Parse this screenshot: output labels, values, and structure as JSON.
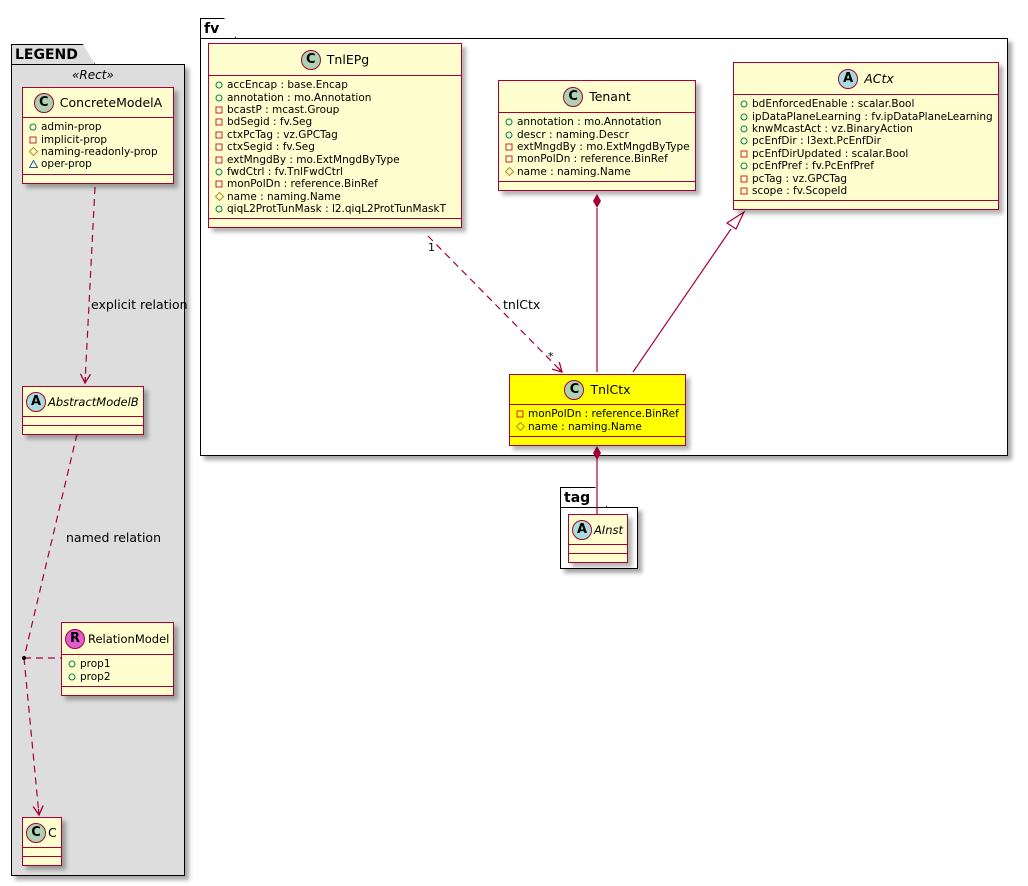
{
  "visibility_legend": {
    "public": "circle",
    "private": "square",
    "protected": "diamond",
    "package": "triangle"
  },
  "colors": {
    "class_border": "#a80036",
    "class_fill": "#fefece",
    "highlight_fill": "#ffff00",
    "legend_fill": "#dddddd",
    "circle_C": "#add1b2",
    "circle_A": "#a9dcdf",
    "circle_R": "#e05cd0"
  },
  "legend": {
    "package_name": "LEGEND",
    "stereotype": "«Rect»",
    "concrete": {
      "kind": "C",
      "name": "ConcreteModelA",
      "attrs": [
        {
          "vis": "public",
          "text": "admin-prop"
        },
        {
          "vis": "private",
          "text": "implicit-prop"
        },
        {
          "vis": "protected",
          "text": "naming-readonly-prop"
        },
        {
          "vis": "package",
          "text": "oper-prop"
        }
      ]
    },
    "abstract": {
      "kind": "A",
      "name": "AbstractModelB"
    },
    "relation_model": {
      "kind": "R",
      "name": "RelationModel",
      "attrs": [
        {
          "vis": "public",
          "text": "prop1"
        },
        {
          "vis": "public",
          "text": "prop2"
        }
      ]
    },
    "c": {
      "kind": "C",
      "name": "C"
    },
    "explicit_label": "explicit relation",
    "named_label": "named relation"
  },
  "fv": {
    "package_name": "fv",
    "tnlepg": {
      "kind": "C",
      "name": "TnlEPg",
      "attrs": [
        {
          "vis": "public",
          "text": "accEncap : base.Encap"
        },
        {
          "vis": "public",
          "text": "annotation : mo.Annotation"
        },
        {
          "vis": "private",
          "text": "bcastP : mcast.Group"
        },
        {
          "vis": "private",
          "text": "bdSegid : fv.Seg"
        },
        {
          "vis": "private",
          "text": "ctxPcTag : vz.GPCTag"
        },
        {
          "vis": "private",
          "text": "ctxSegid : fv.Seg"
        },
        {
          "vis": "private",
          "text": "extMngdBy : mo.ExtMngdByType"
        },
        {
          "vis": "public",
          "text": "fwdCtrl : fv.TnlFwdCtrl"
        },
        {
          "vis": "private",
          "text": "monPolDn : reference.BinRef"
        },
        {
          "vis": "protected",
          "text": "name : naming.Name"
        },
        {
          "vis": "public",
          "text": "qiqL2ProtTunMask : l2.qiqL2ProtTunMaskT"
        }
      ]
    },
    "tenant": {
      "kind": "C",
      "name": "Tenant",
      "attrs": [
        {
          "vis": "public",
          "text": "annotation : mo.Annotation"
        },
        {
          "vis": "public",
          "text": "descr : naming.Descr"
        },
        {
          "vis": "private",
          "text": "extMngdBy : mo.ExtMngdByType"
        },
        {
          "vis": "private",
          "text": "monPolDn : reference.BinRef"
        },
        {
          "vis": "protected",
          "text": "name : naming.Name"
        }
      ]
    },
    "actx": {
      "kind": "A",
      "name": "ACtx",
      "attrs": [
        {
          "vis": "public",
          "text": "bdEnforcedEnable : scalar.Bool"
        },
        {
          "vis": "public",
          "text": "ipDataPlaneLearning : fv.ipDataPlaneLearning"
        },
        {
          "vis": "public",
          "text": "knwMcastAct : vz.BinaryAction"
        },
        {
          "vis": "public",
          "text": "pcEnfDir : l3ext.PcEnfDir"
        },
        {
          "vis": "private",
          "text": "pcEnfDirUpdated : scalar.Bool"
        },
        {
          "vis": "public",
          "text": "pcEnfPref : fv.PcEnfPref"
        },
        {
          "vis": "private",
          "text": "pcTag : vz.GPCTag"
        },
        {
          "vis": "private",
          "text": "scope : fv.ScopeId"
        }
      ]
    },
    "tnlctx": {
      "kind": "C",
      "name": "TnlCtx",
      "attrs": [
        {
          "vis": "private",
          "text": "monPolDn : reference.BinRef"
        },
        {
          "vis": "protected",
          "text": "name : naming.Name"
        }
      ]
    },
    "relation_label": "tnlCtx",
    "mult_source": "1",
    "mult_target": "*"
  },
  "tag": {
    "package_name": "tag",
    "ainst": {
      "kind": "A",
      "name": "AInst"
    }
  },
  "edges": [
    {
      "from": "ConcreteModelA",
      "to": "AbstractModelB",
      "type": "dependency",
      "label": "explicit relation"
    },
    {
      "from": "AbstractModelB",
      "to": "C",
      "type": "dependency",
      "label": "named relation",
      "association_class": "RelationModel"
    },
    {
      "from": "TnlEPg",
      "to": "TnlCtx",
      "type": "dependency",
      "label": "tnlCtx",
      "source_mult": "1",
      "target_mult": "*"
    },
    {
      "from": "Tenant",
      "to": "TnlCtx",
      "type": "composition"
    },
    {
      "from": "TnlCtx",
      "to": "ACtx",
      "type": "inheritance"
    },
    {
      "from": "TnlCtx",
      "to": "AInst",
      "type": "composition"
    }
  ]
}
